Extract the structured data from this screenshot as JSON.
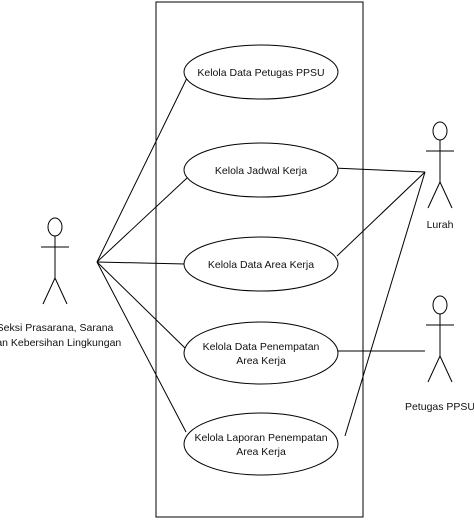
{
  "use_cases": [
    {
      "id": "uc1",
      "lines": [
        "Kelola Data Petugas PPSU"
      ]
    },
    {
      "id": "uc2",
      "lines": [
        "Kelola Jadwal Kerja"
      ]
    },
    {
      "id": "uc3",
      "lines": [
        "Kelola Data Area Kerja"
      ]
    },
    {
      "id": "uc4",
      "lines": [
        "Kelola Data Penempatan",
        "Area Kerja"
      ]
    },
    {
      "id": "uc5",
      "lines": [
        "Kelola Laporan Penempatan",
        "Area Kerja"
      ]
    }
  ],
  "actors": [
    {
      "id": "seksi",
      "label_lines": [
        "Seksi Prasarana, Sarana",
        "Dan Kebersihan Lingkungan"
      ]
    },
    {
      "id": "lurah",
      "label_lines": [
        "Lurah"
      ]
    },
    {
      "id": "petugas",
      "label_lines": [
        "Petugas PPSU"
      ]
    }
  ],
  "associations": [
    {
      "from": "seksi",
      "to": "uc1"
    },
    {
      "from": "seksi",
      "to": "uc2"
    },
    {
      "from": "seksi",
      "to": "uc3"
    },
    {
      "from": "seksi",
      "to": "uc4"
    },
    {
      "from": "seksi",
      "to": "uc5"
    },
    {
      "from": "lurah",
      "to": "uc2"
    },
    {
      "from": "lurah",
      "to": "uc3"
    },
    {
      "from": "lurah",
      "to": "uc5"
    },
    {
      "from": "petugas",
      "to": "uc4"
    }
  ]
}
